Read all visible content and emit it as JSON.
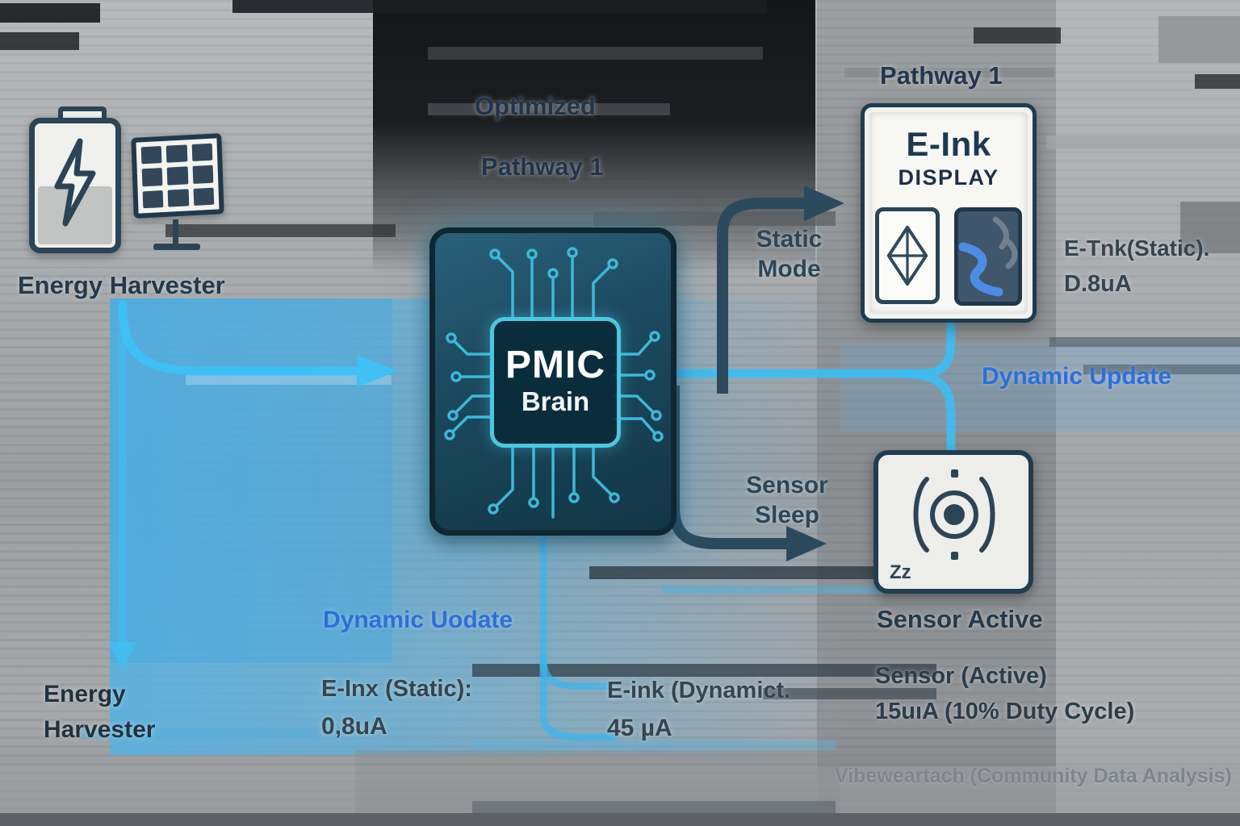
{
  "colors": {
    "accent_blue": "#3eb5f1",
    "link_blue": "#2e6fd6",
    "dark_navy": "#24394b",
    "chip_teal": "#1c4a60",
    "arrow_dark": "#2c4a5e"
  },
  "top_left": {
    "energy_harvester_label": "Energy Harvester"
  },
  "center_top": {
    "optimized": "Optimized",
    "pathway": "Pathway 1"
  },
  "top_right": {
    "pathway": "Pathway 1"
  },
  "pmic": {
    "name": "PMIC",
    "subname": "Brain"
  },
  "eink": {
    "title": "E-Ink",
    "subtitle": "DISPLAY"
  },
  "labels": {
    "static_mode_1": "Static",
    "static_mode_2": "Mode",
    "sensor_sleep_1": "Sensor",
    "sensor_sleep_2": "Sleep",
    "dynamic_update_right": "Dynamic Update",
    "dynamic_update_left": "Dynamic Uodate",
    "sensor_active": "Sensor Active",
    "sensor_zz": "Zz"
  },
  "stats": {
    "eink_static_right_1": "E-Tnk(Static).",
    "eink_static_right_2": "D.8uA",
    "eink_static_left_1": "E-Inx (Static):",
    "eink_static_left_2": "0,8uA",
    "eink_dynamic_1": "E-ink (Dynamict.",
    "eink_dynamic_2": "45 µA",
    "sensor_active_1": "Sensor (Active)",
    "sensor_active_2": "15uıA (10% Duty Cycle)"
  },
  "bottom_left": {
    "line1": "Energy",
    "line2": "Harvester"
  },
  "watermark": "Vibeweartach (Community Data Analysis)"
}
